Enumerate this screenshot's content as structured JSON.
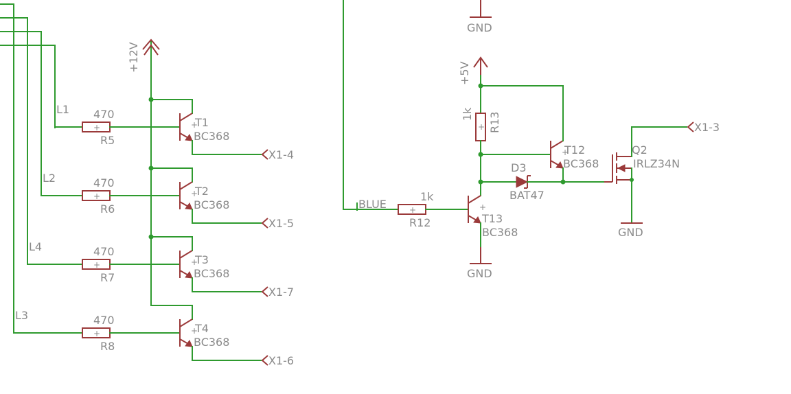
{
  "labels": {
    "l1": "L1",
    "l2": "L2",
    "l4": "L4",
    "l3": "L3",
    "blue": "BLUE",
    "r5_value": "470",
    "r5_name": "R5",
    "r6_value": "470",
    "r6_name": "R6",
    "r7_value": "470",
    "r7_name": "R7",
    "r8_value": "470",
    "r8_name": "R8",
    "r12_value": "1k",
    "r12_name": "R12",
    "r13_value": "1k",
    "r13_name": "R13",
    "t1_name": "T1",
    "t1_type": "BC368",
    "t2_name": "T2",
    "t2_type": "BC368",
    "t3_name": "T3",
    "t3_type": "BC368",
    "t4_name": "T4",
    "t4_type": "BC368",
    "t12_name": "T12",
    "t12_type": "BC368",
    "t13_name": "T13",
    "t13_type": "BC368",
    "d3_name": "D3",
    "d3_type": "BAT47",
    "q2_name": "Q2",
    "q2_type": "IRLZ34N",
    "supply_12v": "+12V",
    "supply_5v": "+5V",
    "gnd_top": "GND",
    "gnd_t13": "GND",
    "gnd_q2": "GND",
    "x1_4": "X1-4",
    "x1_5": "X1-5",
    "x1_7": "X1-7",
    "x1_6": "X1-6",
    "x1_3": "X1-3"
  },
  "colors": {
    "wire": "#2e9a2e",
    "part": "#9b3a3a",
    "text": "#8a8a8a",
    "background": "#ffffff"
  }
}
